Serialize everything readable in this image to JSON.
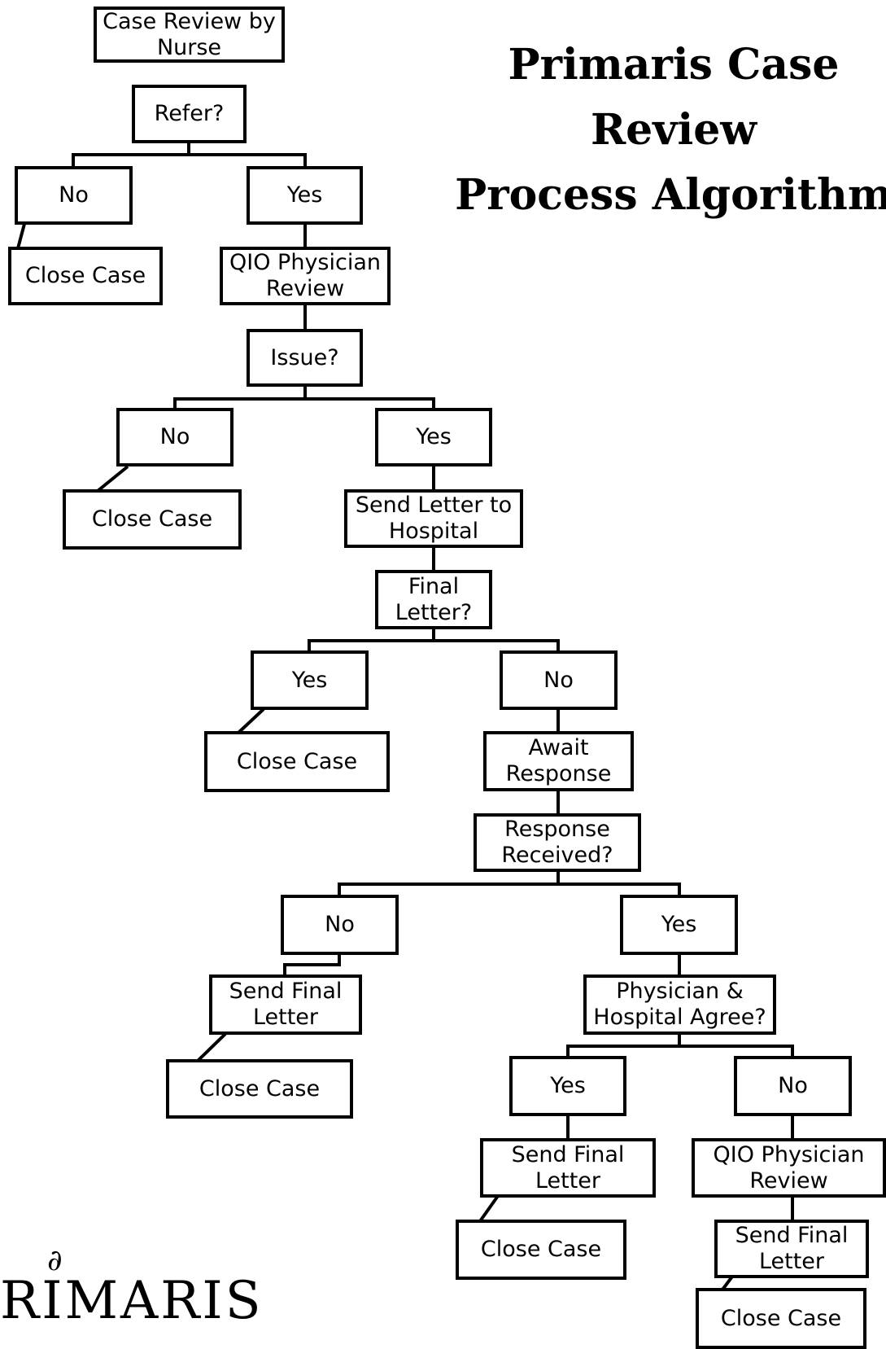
{
  "title": "Primaris Case Review\nProcess Algorithm",
  "logo": {
    "text": "RIMARIS",
    "mark": "swirl-logo"
  },
  "nodes": {
    "n1": "Case Review by\nNurse",
    "n2": "Refer?",
    "n3": "No",
    "n4": "Yes",
    "n5": "Close Case",
    "n6": "QIO Physician\nReview",
    "n7": "Issue?",
    "n8": "No",
    "n9": "Yes",
    "n10": "Close Case",
    "n11": "Send Letter to\nHospital",
    "n12": "Final\nLetter?",
    "n13": "Yes",
    "n14": "No",
    "n15": "Close Case",
    "n16": "Await\nResponse",
    "n17": "Response\nReceived?",
    "n18": "No",
    "n19": "Yes",
    "n20": "Send Final\nLetter",
    "n21": "Physician &\nHospital Agree?",
    "n22": "Close Case",
    "n23": "Yes",
    "n24": "No",
    "n25": "Send Final\nLetter",
    "n26": "QIO Physician\nReview",
    "n27": "Close Case",
    "n28": "Send Final\nLetter",
    "n29": "Close Case"
  }
}
